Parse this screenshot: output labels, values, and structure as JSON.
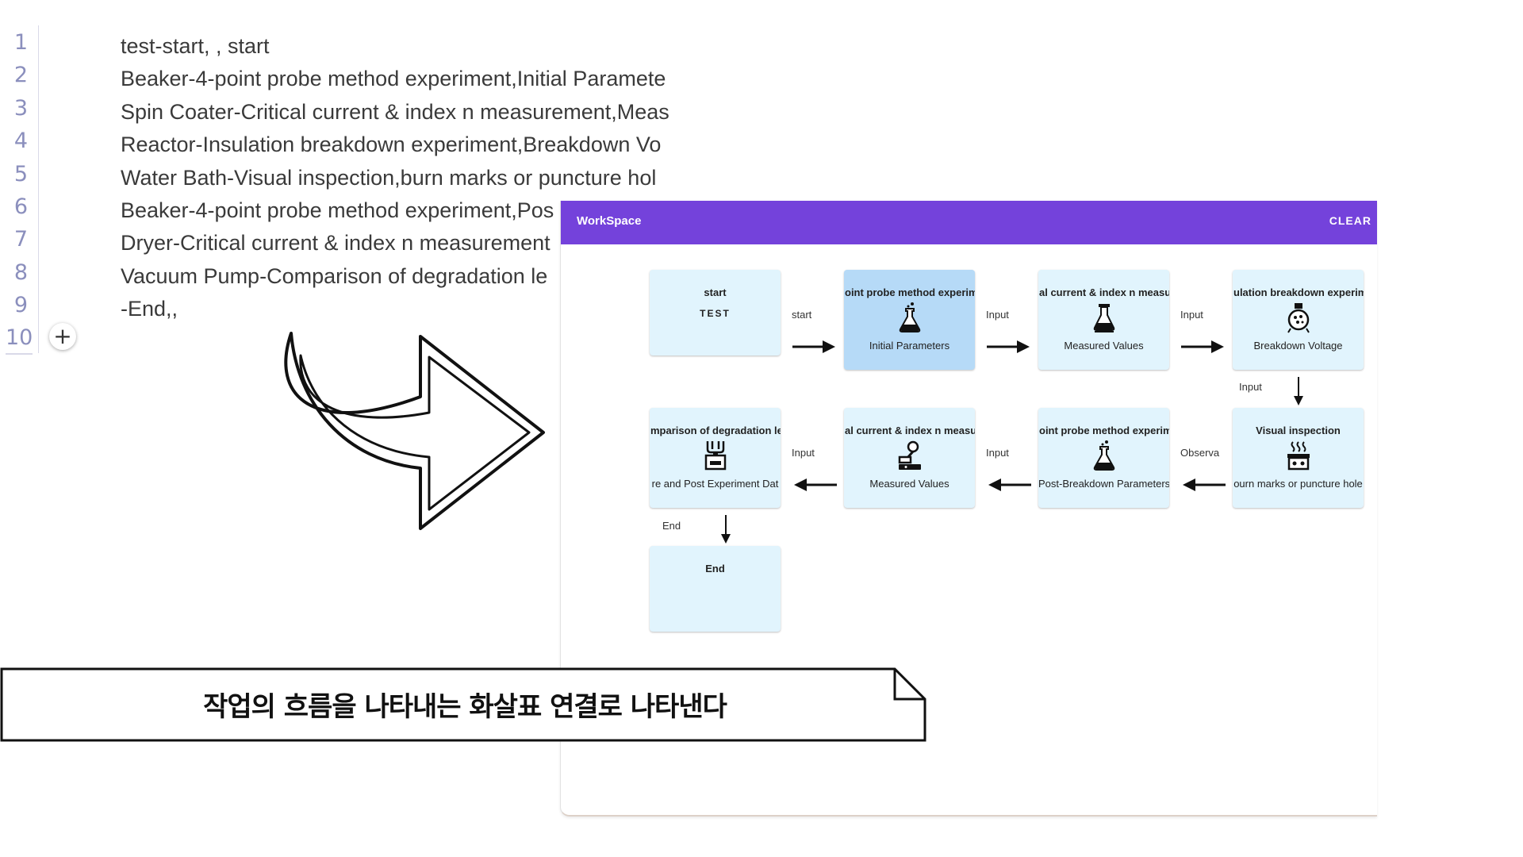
{
  "editor": {
    "line_numbers": [
      "1",
      "2",
      "3",
      "4",
      "5",
      "6",
      "7",
      "8",
      "9",
      "10"
    ],
    "lines": [
      " test-start, , start",
      "Beaker-4-point probe method experiment,Initial Paramete",
      "Spin Coater-Critical current & index n measurement,Meas",
      "Reactor-Insulation breakdown experiment,Breakdown Vo",
      "Water Bath-Visual inspection,burn marks or puncture hol",
      "Beaker-4-point probe method experiment,Pos",
      "Dryer-Critical current & index n measurement",
      "Vacuum Pump-Comparison of degradation le",
      " -End,,"
    ],
    "add_button": "+"
  },
  "workspace": {
    "title": "WorkSpace",
    "clear_label": "CLEAR",
    "nodes": [
      {
        "title": "start",
        "sub": "TEST",
        "icon": "",
        "value": ""
      },
      {
        "title": "oint probe method experim",
        "icon": "flask-icon",
        "value": "Initial Parameters"
      },
      {
        "title": "al current & index n measure",
        "icon": "lab-flask-icon",
        "value": "Measured Values"
      },
      {
        "title": "ulation breakdown experim",
        "icon": "reactor-icon",
        "value": "Breakdown Voltage"
      },
      {
        "title": "Visual inspection",
        "icon": "water-bath-icon",
        "value": "ourn marks or puncture hole"
      },
      {
        "title": "oint probe method experim",
        "icon": "flask-icon",
        "value": "Post-Breakdown Parameters"
      },
      {
        "title": "al current & index n measure",
        "icon": "dryer-icon",
        "value": "Measured Values"
      },
      {
        "title": "mparison of degradation lev",
        "icon": "vacuum-pump-icon",
        "value": "re and Post Experiment Dat"
      },
      {
        "title": "End",
        "icon": "",
        "value": ""
      }
    ],
    "edges": [
      "start",
      "Input",
      "Input",
      "Input",
      "Observa",
      "Input",
      "Input",
      "End"
    ]
  },
  "banner": {
    "text": "작업의 흐름을 나타내는 화살표 연결로 나타낸다"
  }
}
